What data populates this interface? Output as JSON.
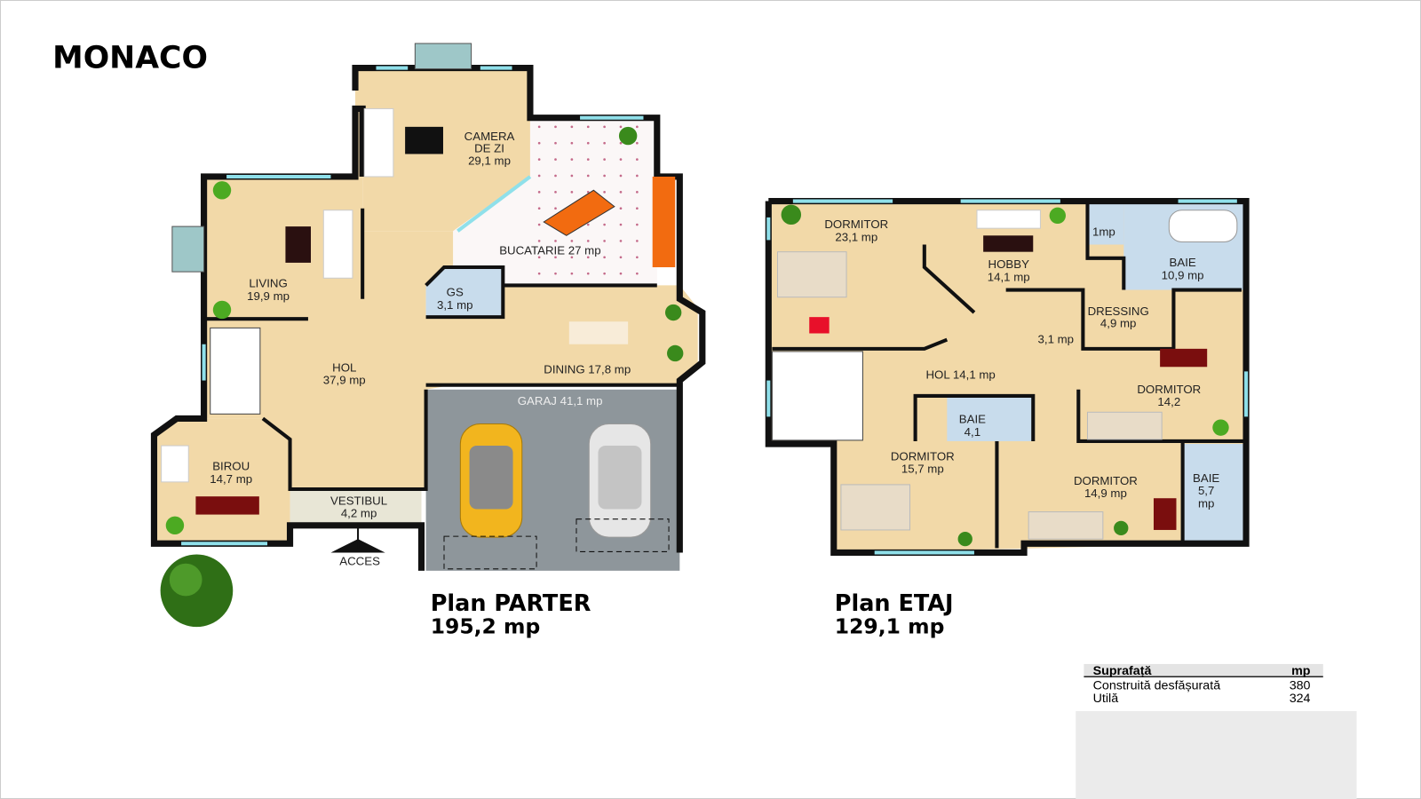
{
  "title": "MONACO",
  "ground_floor": {
    "name": "Plan PARTER",
    "area": "195,2 mp",
    "entrance": "ACCES",
    "rooms": [
      {
        "name": "CAMERA",
        "name2": "DE ZI",
        "area": "29,1 mp"
      },
      {
        "name": "LIVING",
        "area": "19,9 mp"
      },
      {
        "name": "BUCATARIE 27 mp"
      },
      {
        "name": "GS",
        "area": "3,1 mp"
      },
      {
        "name": "HOL",
        "area": "37,9 mp"
      },
      {
        "name": "DINING 17,8 mp"
      },
      {
        "name": "GARAJ 41,1 mp"
      },
      {
        "name": "BIROU",
        "area": "14,7 mp"
      },
      {
        "name": "VESTIBUL",
        "area": "4,2 mp"
      }
    ]
  },
  "upper_floor": {
    "name": "Plan ETAJ",
    "area": "129,1 mp",
    "rooms": [
      {
        "name": "DORMITOR",
        "area": "23,1 mp"
      },
      {
        "name": "HOBBY",
        "area": "14,1 mp"
      },
      {
        "name": "1mp"
      },
      {
        "name": "BAIE",
        "area": "10,9 mp"
      },
      {
        "name": "DRESSING",
        "area": "4,9 mp"
      },
      {
        "name": "3,1 mp"
      },
      {
        "name": "HOL 14,1 mp"
      },
      {
        "name": "DORMITOR",
        "area": "14,2"
      },
      {
        "name": "BAIE",
        "area": "4,1"
      },
      {
        "name": "DORMITOR",
        "area": "15,7 mp"
      },
      {
        "name": "DORMITOR",
        "area": "14,9 mp"
      },
      {
        "name": "BAIE",
        "area": "5,7",
        "area2": "mp"
      }
    ]
  },
  "summary_table": {
    "headers": [
      "Suprafață",
      "mp"
    ],
    "rows": [
      [
        "Construită desfășurată",
        "380"
      ],
      [
        "Utilă",
        "324"
      ]
    ]
  },
  "colors": {
    "floor": "#f2d9a8",
    "bath": "#c8dcec",
    "garage": "#8e969b",
    "kitchen_tiles": "#fbf7f7",
    "kitchen_counter": "#f26b10",
    "wall": "#111111",
    "window": "#8fe0ea"
  }
}
